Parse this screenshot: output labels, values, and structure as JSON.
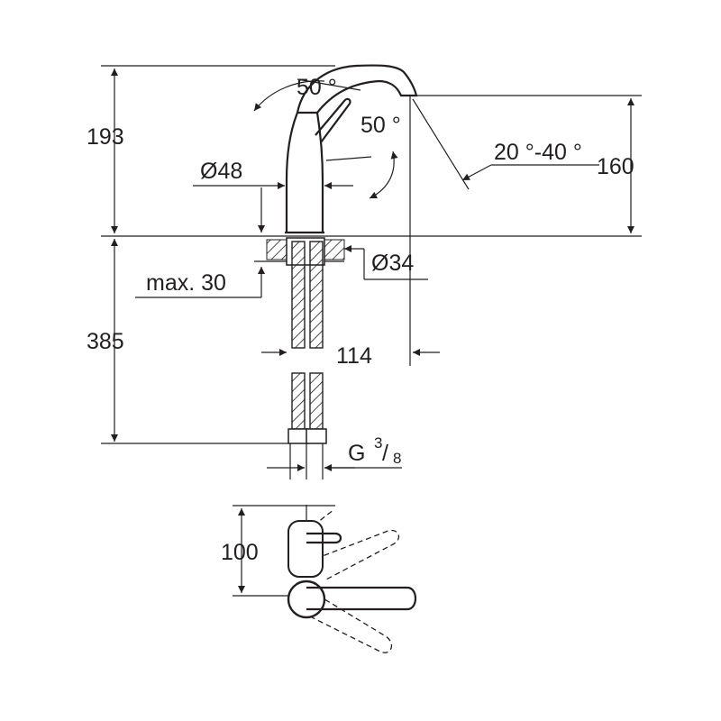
{
  "dimensions": {
    "total_height": "193",
    "spout_height": "160",
    "lever_angle_up": "50 °",
    "lever_angle_side": "50 °",
    "spout_angle": "20 °-40 °",
    "body_diameter": "Ø48",
    "hole_diameter": "Ø34",
    "max_thickness": "max. 30",
    "hose_length": "385",
    "reach": "114",
    "thread_prefix": "G",
    "thread_numerator": "3",
    "thread_slash": "/",
    "thread_denominator": "8",
    "plan_depth": "100"
  },
  "colors": {
    "line": "#231f20",
    "background": "#ffffff"
  }
}
